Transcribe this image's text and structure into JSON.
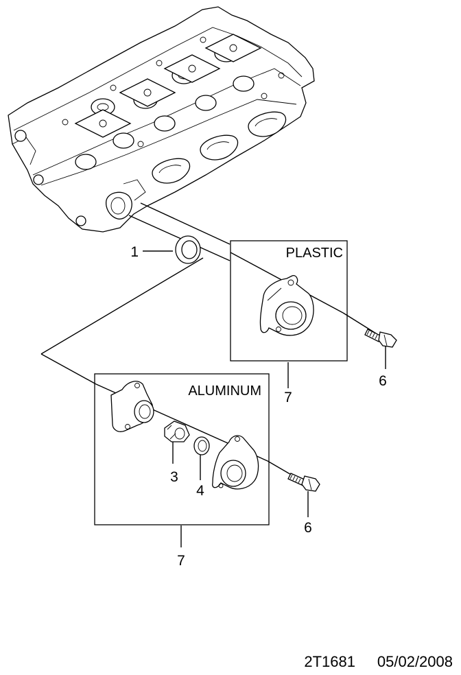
{
  "boxes": {
    "plastic": {
      "title": "PLASTIC"
    },
    "aluminum": {
      "title": "ALUMINUM"
    }
  },
  "callouts": {
    "gasket": "1",
    "thermostat": "3",
    "seal_ring": "4",
    "bolt_plastic": "6",
    "bolt_aluminum": "6",
    "assembly_plastic": "7",
    "assembly_aluminum": "7"
  },
  "footer": {
    "code": "2T1681",
    "date": "05/02/2008"
  }
}
